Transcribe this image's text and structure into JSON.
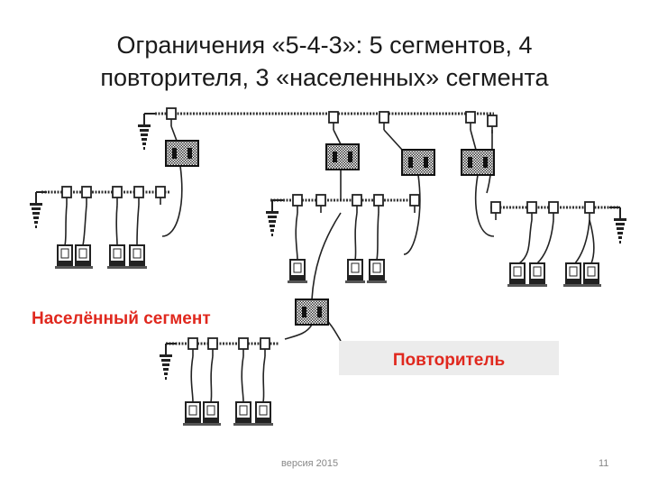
{
  "title": {
    "line1": "Ограничения «5-4-3»: 5 сегментов, 4",
    "line2": "повторителя, 3 «населенных» сегмента"
  },
  "labels": {
    "populated_segment": "Населённый сегмент",
    "repeater": "Повторитель"
  },
  "footer": {
    "version": "версия 2015",
    "page_number": "11"
  }
}
